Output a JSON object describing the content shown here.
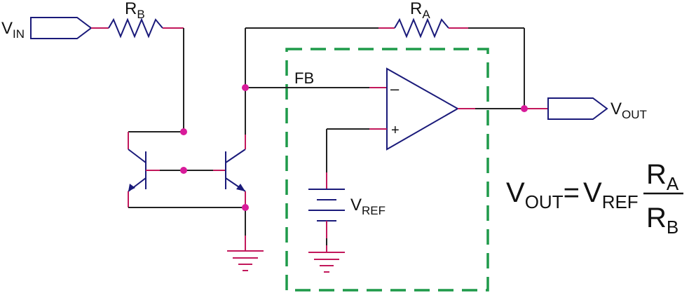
{
  "labels": {
    "vin_main": "V",
    "vin_sub": "IN",
    "rb_main": "R",
    "rb_sub": "B",
    "ra_main": "R",
    "ra_sub": "A",
    "fb": "FB",
    "minus": "–",
    "plus": "+",
    "vref_main": "V",
    "vref_sub": "REF",
    "vout_main": "V",
    "vout_sub": "OUT"
  },
  "equation": {
    "lhs_main": "V",
    "lhs_sub": "OUT",
    "equals": "=",
    "rhs_main": "V",
    "rhs_sub": "REF",
    "num_main": "R",
    "num_sub": "A",
    "den_main": "R",
    "den_sub": "B"
  },
  "colors": {
    "wire": "#222222",
    "lead": "#c2185b",
    "component": "#1a1a7a",
    "node": "#d81b9a",
    "dashed_box": "#1f9a4a"
  }
}
